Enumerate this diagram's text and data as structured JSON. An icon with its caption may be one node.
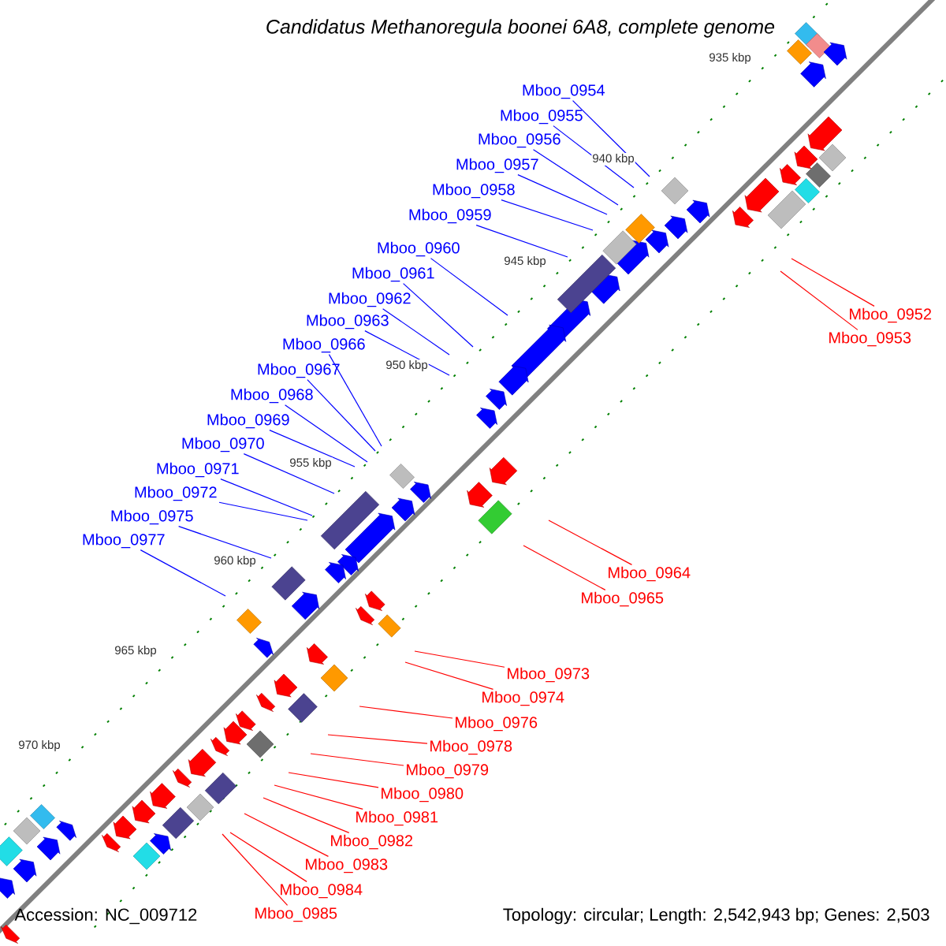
{
  "diagram": {
    "title": "Candidatus Methanoregula boonei 6A8, complete genome",
    "nodes": [
      {
        "text": [
          "Mboo_0954"
        ]
      },
      {
        "text": [
          "Mboo_0955"
        ]
      },
      {
        "text": [
          "Mboo_0956"
        ]
      },
      {
        "text": [
          "Mboo_0957"
        ]
      },
      {
        "text": [
          "Mboo_0958"
        ]
      },
      {
        "text": [
          "Mboo_0959"
        ]
      },
      {
        "text": [
          "Mboo_0960"
        ]
      },
      {
        "text": [
          "Mboo_0961"
        ]
      },
      {
        "text": [
          "Mboo_0962"
        ]
      },
      {
        "text": [
          "Mboo_0963"
        ]
      },
      {
        "text": [
          "Mboo_0966"
        ]
      },
      {
        "text": [
          "Mboo_0967"
        ]
      },
      {
        "text": [
          "Mboo_0968"
        ]
      },
      {
        "text": [
          "Mboo_0969"
        ]
      },
      {
        "text": [
          "Mboo_0970"
        ]
      },
      {
        "text": [
          "Mboo_0971"
        ]
      },
      {
        "text": [
          "Mboo_0972"
        ]
      },
      {
        "text": [
          "Mboo_0975"
        ]
      },
      {
        "text": [
          "Mboo_0977"
        ]
      },
      {
        "text": [
          "Mboo_0952"
        ]
      },
      {
        "text": [
          "Mboo_0953"
        ]
      },
      {
        "text": [
          "Mboo_0964"
        ]
      },
      {
        "text": [
          "Mboo_0965"
        ]
      },
      {
        "text": [
          "Mboo_0973"
        ]
      },
      {
        "text": [
          "Mboo_0974"
        ]
      },
      {
        "text": [
          "Mboo_0976"
        ]
      },
      {
        "text": [
          "Mboo_0978"
        ]
      },
      {
        "text": [
          "Mboo_0979"
        ]
      },
      {
        "text": [
          "Mboo_0980"
        ]
      },
      {
        "text": [
          "Mboo_0981"
        ]
      },
      {
        "text": [
          "Mboo_0982"
        ]
      },
      {
        "text": [
          "Mboo_0983"
        ]
      },
      {
        "text": [
          "Mboo_0984"
        ]
      },
      {
        "text": [
          "Mboo_0985"
        ]
      }
    ],
    "edges": [
      {
        "from": 0,
        "to": null,
        "arrow": "none"
      },
      {
        "from": 1,
        "to": null,
        "arrow": "none"
      },
      {
        "from": 2,
        "to": null,
        "arrow": "none"
      },
      {
        "from": 3,
        "to": null,
        "arrow": "none"
      },
      {
        "from": 4,
        "to": null,
        "arrow": "none"
      },
      {
        "from": 5,
        "to": null,
        "arrow": "none"
      },
      {
        "from": 6,
        "to": null,
        "arrow": "none"
      },
      {
        "from": 7,
        "to": null,
        "arrow": "none"
      },
      {
        "from": 8,
        "to": null,
        "arrow": "none"
      },
      {
        "from": 9,
        "to": null,
        "arrow": "none"
      },
      {
        "from": 10,
        "to": null,
        "arrow": "none"
      },
      {
        "from": 11,
        "to": null,
        "arrow": "none"
      },
      {
        "from": 12,
        "to": null,
        "arrow": "none"
      },
      {
        "from": 13,
        "to": null,
        "arrow": "none"
      },
      {
        "from": 14,
        "to": null,
        "arrow": "none"
      },
      {
        "from": 15,
        "to": null,
        "arrow": "none"
      },
      {
        "from": 16,
        "to": null,
        "arrow": "none"
      },
      {
        "from": 17,
        "to": null,
        "arrow": "none"
      },
      {
        "from": 18,
        "to": null,
        "arrow": "none"
      },
      {
        "from": 19,
        "to": null,
        "arrow": "none",
        "color": "#ff0000"
      },
      {
        "from": 20,
        "to": null,
        "arrow": "none",
        "color": "#ff0000"
      },
      {
        "from": 21,
        "to": null,
        "arrow": "none",
        "color": "#ff0000"
      },
      {
        "from": 22,
        "to": null,
        "arrow": "none",
        "color": "#ff0000"
      },
      {
        "from": 23,
        "to": null,
        "arrow": "none",
        "color": "#ff0000"
      },
      {
        "from": 24,
        "to": null,
        "arrow": "none",
        "color": "#ff0000"
      },
      {
        "from": 25,
        "to": null,
        "arrow": "none",
        "color": "#ff0000"
      },
      {
        "from": 26,
        "to": null,
        "arrow": "none",
        "color": "#ff0000"
      },
      {
        "from": 27,
        "to": null,
        "arrow": "none",
        "color": "#ff0000"
      },
      {
        "from": 28,
        "to": null,
        "arrow": "none",
        "color": "#ff0000"
      },
      {
        "from": 29,
        "to": null,
        "arrow": "none",
        "color": "#ff0000"
      },
      {
        "from": 30,
        "to": null,
        "arrow": "none",
        "color": "#ff0000"
      },
      {
        "from": 31,
        "to": null,
        "arrow": "none",
        "color": "#ff0000"
      },
      {
        "from": 32,
        "to": null,
        "arrow": "none",
        "color": "#ff0000"
      },
      {
        "from": 33,
        "to": null,
        "arrow": "none",
        "color": "#ff0000"
      }
    ],
    "labels": [
      "935 kbp",
      "940 kbp",
      "945 kbp",
      "950 kbp",
      "955 kbp",
      "960 kbp",
      "965 kbp",
      "970 kbp",
      "Accession: NC_009712",
      "Topology: circular; Length: 2,542,943 bp; Genes: 2,503"
    ]
  }
}
